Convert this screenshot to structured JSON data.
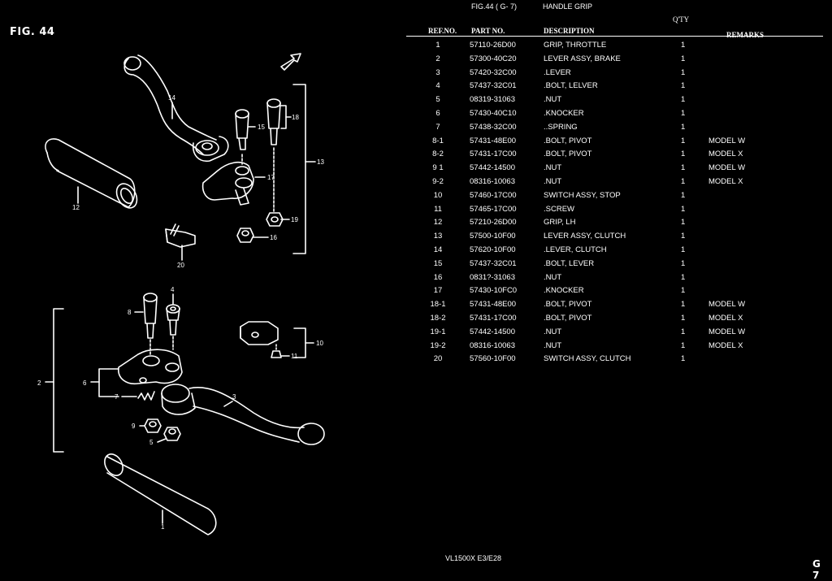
{
  "page": {
    "fig_label": "FIG. 44",
    "fig_ref": "FIG.44 ( G- 7)",
    "title": "HANDLE GRIP",
    "footer_model": "VL1500X  E3/E28",
    "page_code": "G 7"
  },
  "columns": {
    "ref": "REF.NO.",
    "part": "PART NO.",
    "desc": "DESCRIPTION",
    "qty": "Q'TY",
    "remarks": "REMARKS"
  },
  "rows": [
    {
      "ref": "1",
      "part": "57110-26D00",
      "desc": "GRIP, THROTTLE",
      "qty": "1",
      "remarks": ""
    },
    {
      "ref": "2",
      "part": "57300-40C20",
      "desc": "LEVER ASSY, BRAKE",
      "qty": "1",
      "remarks": ""
    },
    {
      "ref": "3",
      "part": "57420-32C00",
      "desc": ".LEVER",
      "qty": "1",
      "remarks": ""
    },
    {
      "ref": "4",
      "part": "57437-32C01",
      "desc": ".BOLT, LELVER",
      "qty": "1",
      "remarks": ""
    },
    {
      "ref": "5",
      "part": "08319-31063",
      "desc": ".NUT",
      "qty": "1",
      "remarks": ""
    },
    {
      "ref": "6",
      "part": "57430-40C10",
      "desc": ".KNOCKER",
      "qty": "1",
      "remarks": ""
    },
    {
      "ref": "7",
      "part": "57438-32C00",
      "desc": "..SPRING",
      "qty": "1",
      "remarks": ""
    },
    {
      "ref": "8-1",
      "part": "57431-48E00",
      "desc": ".BOLT, PIVOT",
      "qty": "1",
      "remarks": "MODEL W"
    },
    {
      "ref": "8-2",
      "part": "57431-17C00",
      "desc": ".BOLT, PIVOT",
      "qty": "1",
      "remarks": "MODEL X"
    },
    {
      "ref": "9 1",
      "part": "57442-14500",
      "desc": ".NUT",
      "qty": "1",
      "remarks": "MODEL W"
    },
    {
      "ref": "9-2",
      "part": "08316-10063",
      "desc": ".NUT",
      "qty": "1",
      "remarks": "MODEL X"
    },
    {
      "ref": "10",
      "part": "57460-17C00",
      "desc": "SWITCH ASSY, STOP",
      "qty": "1",
      "remarks": ""
    },
    {
      "ref": "11",
      "part": "57465-17C00",
      "desc": ".SCREW",
      "qty": "1",
      "remarks": ""
    },
    {
      "ref": "12",
      "part": "57210-26D00",
      "desc": "GRIP, LH",
      "qty": "1",
      "remarks": ""
    },
    {
      "ref": "13",
      "part": "57500-10F00",
      "desc": "LEVER ASSY, CLUTCH",
      "qty": "1",
      "remarks": ""
    },
    {
      "ref": "14",
      "part": "57620-10F00",
      "desc": ".LEVER, CLUTCH",
      "qty": "1",
      "remarks": ""
    },
    {
      "ref": "15",
      "part": "57437-32C01",
      "desc": ".BOLT, LEVER",
      "qty": "1",
      "remarks": ""
    },
    {
      "ref": "16",
      "part": "0831?-31063",
      "desc": ".NUT",
      "qty": "1",
      "remarks": ""
    },
    {
      "ref": "17",
      "part": "57430-10FC0",
      "desc": ".KNOCKER",
      "qty": "1",
      "remarks": ""
    },
    {
      "ref": "18-1",
      "part": "57431-48E00",
      "desc": ".BOLT, PIVOT",
      "qty": "1",
      "remarks": "MODEL W"
    },
    {
      "ref": "18-2",
      "part": "57431-17C00",
      "desc": ".BOLT, PIVOT",
      "qty": "1",
      "remarks": "MODEL X"
    },
    {
      "ref": "19-1",
      "part": "57442-14500",
      "desc": ".NUT",
      "qty": "1",
      "remarks": "MODEL W"
    },
    {
      "ref": "19-2",
      "part": "08316-10063",
      "desc": ".NUT",
      "qty": "1",
      "remarks": "MODEL X"
    },
    {
      "ref": "20",
      "part": "57560-10F00",
      "desc": "SWITCH ASSY, CLUTCH",
      "qty": "1",
      "remarks": ""
    }
  ],
  "callouts": [
    "1",
    "2",
    "3",
    "4",
    "5",
    "6",
    "7",
    "8",
    "9",
    "10",
    "11",
    "12",
    "13",
    "14",
    "15",
    "16",
    "17",
    "18",
    "19",
    "20"
  ]
}
